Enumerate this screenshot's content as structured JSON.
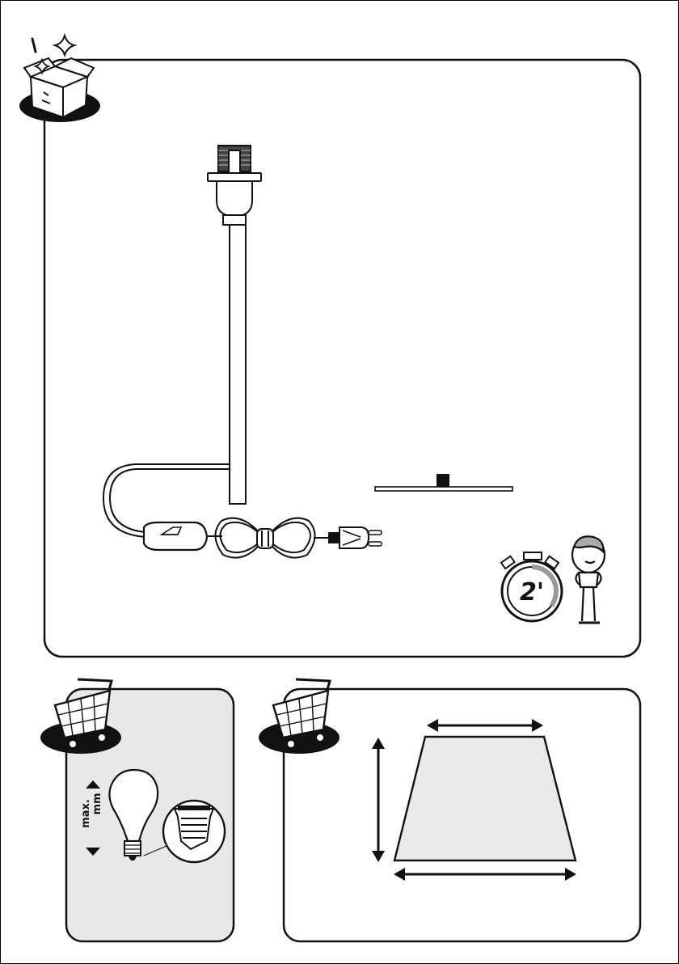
{
  "assembly_time": {
    "value": "2'"
  },
  "bulb_panel": {
    "max_label": "max.",
    "unit_label": "mm"
  },
  "icons": {
    "unbox": "open-box-icon",
    "cart_bulb": "shopping-cart-icon",
    "cart_shade": "shopping-cart-icon",
    "timer": "stopwatch-icon",
    "person": "person-icon"
  },
  "colors": {
    "ink": "#1a1a1a",
    "panel_fill": "#e8e8e8",
    "shade_fill": "#e9e9e9"
  }
}
